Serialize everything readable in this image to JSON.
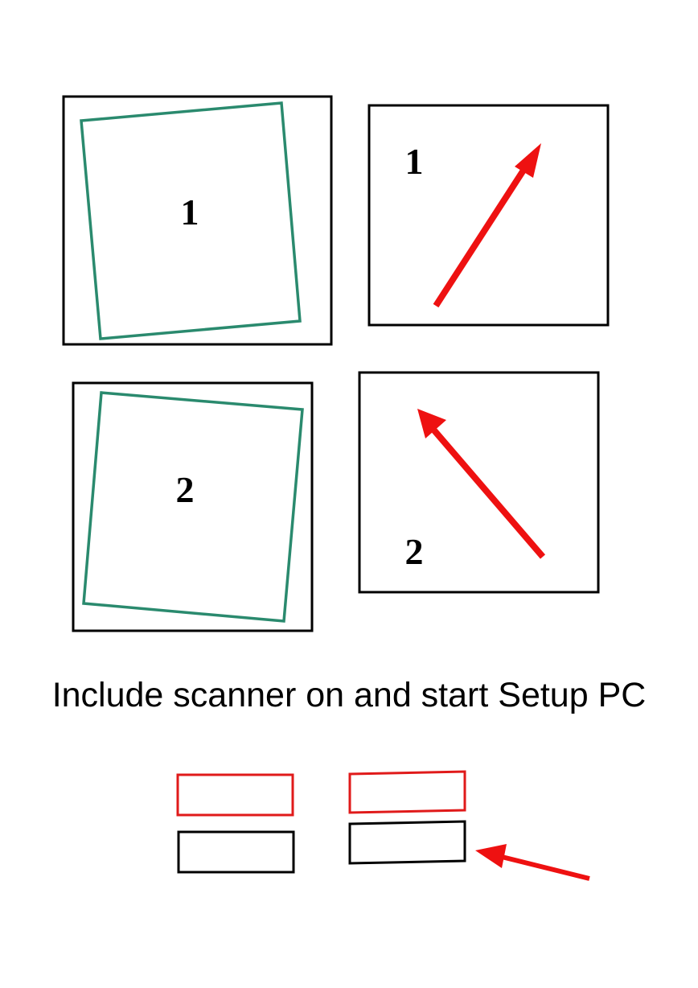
{
  "colors": {
    "frame": "#000000",
    "rotated_sheet": "#2a8a6e",
    "arrow": "#ee1111",
    "slot_red": "#e01a1a",
    "slot_black": "#000000"
  },
  "panels": {
    "sheet_1": {
      "label": "1"
    },
    "arrow_1": {
      "label": "1"
    },
    "sheet_2": {
      "label": "2"
    },
    "arrow_2": {
      "label": "2"
    }
  },
  "instruction_text": "Include scanner on and start Setup PC",
  "icons": [
    "rotated-sheet-shape",
    "arrow-icon",
    "pointer-arrow-icon"
  ]
}
